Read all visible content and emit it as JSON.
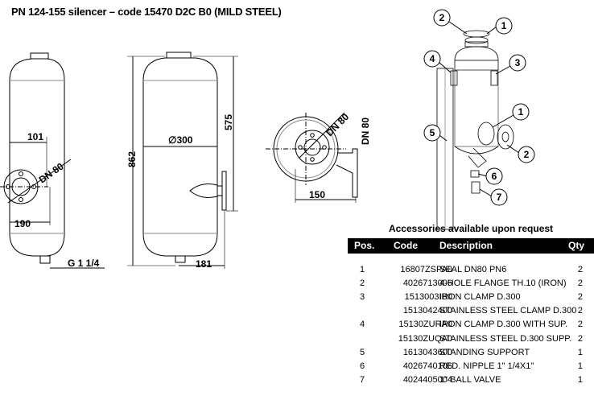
{
  "title": "PN 124-155 silencer – code 15470 D2C B0 (MILD STEEL)",
  "dims": {
    "d101": "101",
    "dn80_a": "DN 80",
    "d190": "190",
    "g114": "G 1 1/4",
    "d862": "862",
    "d300": "∅300",
    "d575": "575",
    "d181": "181",
    "dn80_b": "DN 80",
    "dn80_c": "DN 80",
    "d150": "150"
  },
  "bubbles": [
    "2",
    "1",
    "4",
    "3",
    "1",
    "5",
    "2",
    "6",
    "7"
  ],
  "accessories": {
    "title": "Accessories available upon request",
    "headers": {
      "pos": "Pos.",
      "code": "Code",
      "desc": "Description",
      "qty": "Qty"
    },
    "rows": [
      {
        "pos": "1",
        "code": "16807ZSPA0",
        "desc": "SEAL DN80 PN6",
        "qty": "2"
      },
      {
        "pos": "2",
        "code": "4026713006",
        "desc": "4-HOLE FLANGE TH.10 (IRON)",
        "qty": "2"
      },
      {
        "pos": "3",
        "code": "1513003IB0",
        "desc": "IRON CLAMP D.300",
        "qty": "2"
      },
      {
        "pos": "",
        "code": "1513042400",
        "desc": "STAINLESS STEEL CLAMP D.300",
        "qty": "2"
      },
      {
        "pos": "4",
        "code": "15130ZURA0",
        "desc": "IRON CLAMP D.300 WITH SUP.",
        "qty": "2"
      },
      {
        "pos": "",
        "code": "15130ZUQA0",
        "desc": "STAINLESS STEEL D.300 SUPP.",
        "qty": "2"
      },
      {
        "pos": "5",
        "code": "1613043600",
        "desc": "STANDING SUPPORT",
        "qty": "1"
      },
      {
        "pos": "6",
        "code": "4026740106",
        "desc": "RED. NIPPLE 1\" 1/4X1\"",
        "qty": "1"
      },
      {
        "pos": "7",
        "code": "4024405004",
        "desc": "1\" BALL VALVE",
        "qty": "1"
      }
    ]
  }
}
